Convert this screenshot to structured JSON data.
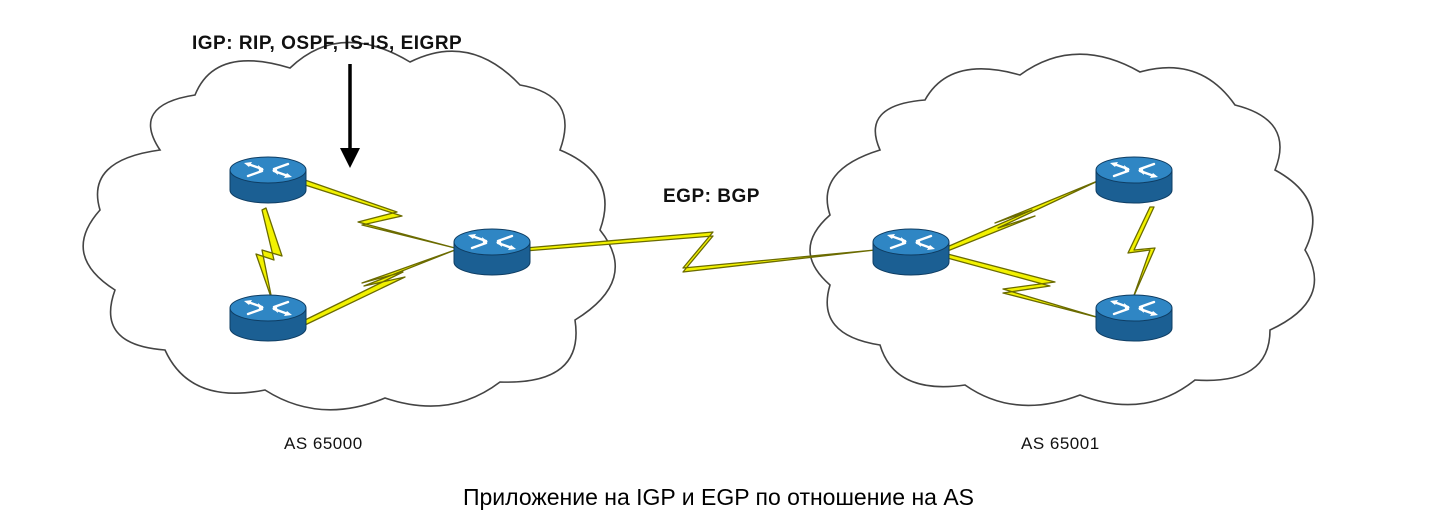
{
  "labels": {
    "igp": "IGP: RIP, OSPF, IS-IS, EIGRP",
    "egp": "EGP: BGP",
    "as_left": "AS 65000",
    "as_right": "AS 65001"
  },
  "caption": "Приложение на IGP и EGP по отношение на AS",
  "colors": {
    "cloud_fill": "#ffffff",
    "cloud_stroke": "#444444",
    "router_top": "#2f86c4",
    "router_side": "#1b5f93",
    "link_fill": "#f2f200",
    "link_stroke": "#6b6b00",
    "arrow": "#000000"
  },
  "icons": {
    "router": "router-icon",
    "link": "serial-link-icon",
    "arrow": "down-arrow-icon"
  }
}
